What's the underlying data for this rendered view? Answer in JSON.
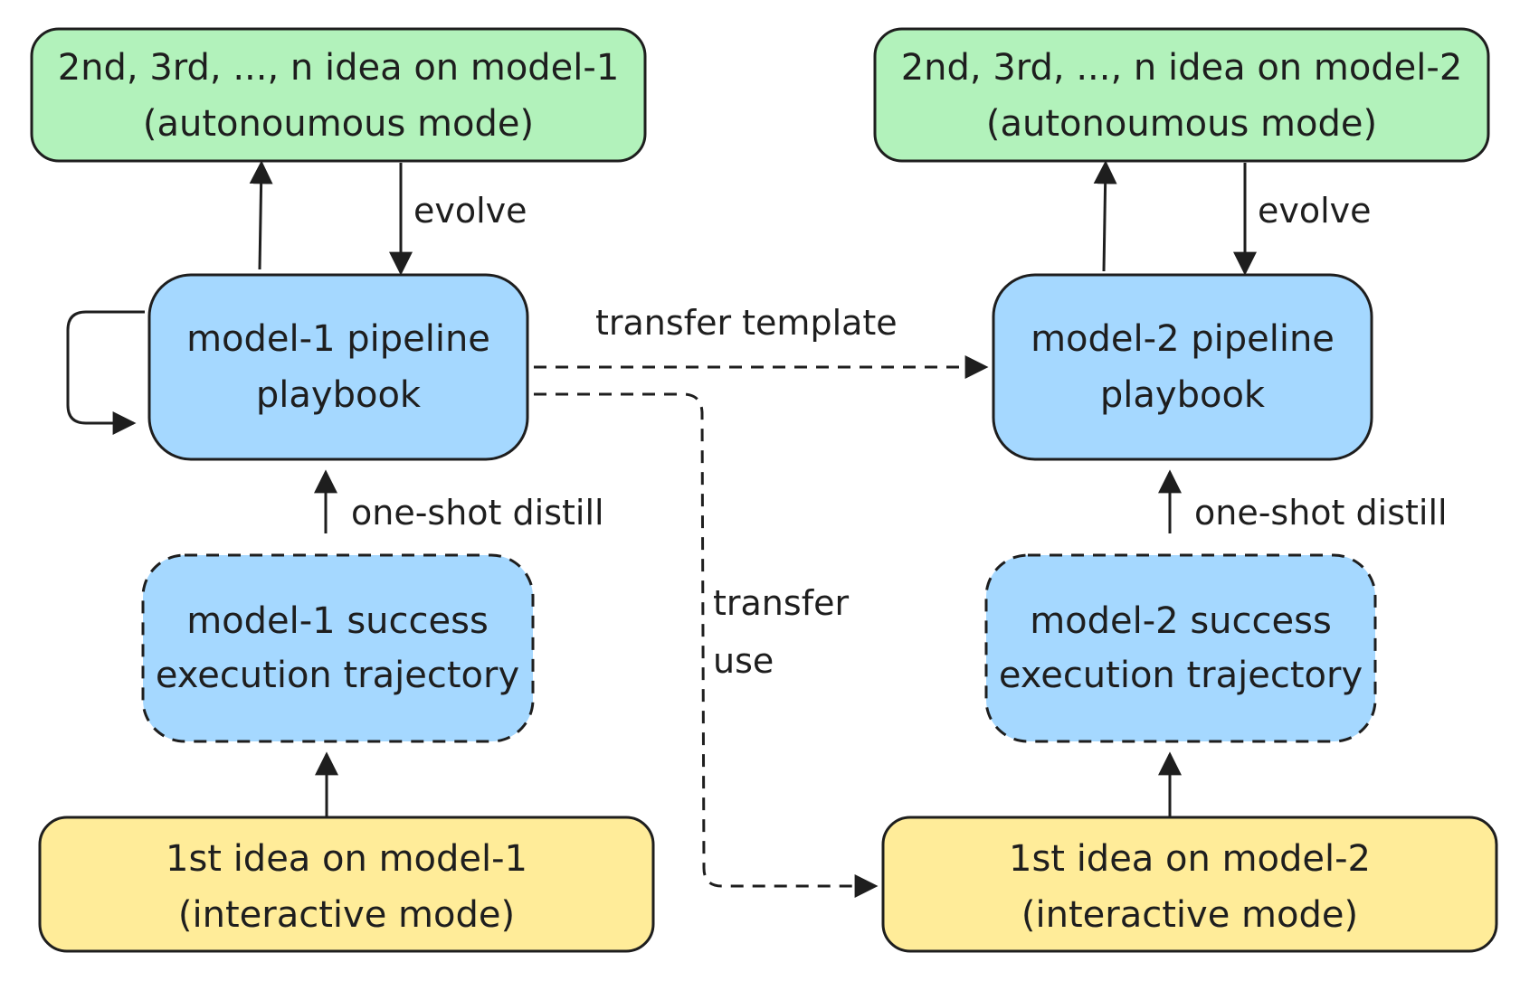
{
  "nodes": {
    "autonomous_1": {
      "line1": "2nd, 3rd, ..., n idea on model-1",
      "line2": "(autonoumous mode)",
      "fill": "#b2f2bb"
    },
    "autonomous_2": {
      "line1": "2nd, 3rd, ..., n idea on model-2",
      "line2": "(autonoumous mode)",
      "fill": "#b2f2bb"
    },
    "playbook_1": {
      "line1": "model-1 pipeline",
      "line2": "playbook",
      "fill": "#a5d8ff"
    },
    "playbook_2": {
      "line1": "model-2 pipeline",
      "line2": "playbook",
      "fill": "#a5d8ff"
    },
    "trajectory_1": {
      "line1": "model-1 success",
      "line2": "execution trajectory",
      "fill": "#a5d8ff"
    },
    "trajectory_2": {
      "line1": "model-2 success",
      "line2": "execution trajectory",
      "fill": "#a5d8ff"
    },
    "interactive_1": {
      "line1": "1st idea on model-1",
      "line2": "(interactive mode)",
      "fill": "#ffec99"
    },
    "interactive_2": {
      "line1": "1st idea on model-2",
      "line2": "(interactive mode)",
      "fill": "#ffec99"
    }
  },
  "edges": {
    "evolve_1": "evolve",
    "evolve_2": "evolve",
    "distill_1": "one-shot distill",
    "distill_2": "one-shot distill",
    "transfer_template": "transfer template",
    "transfer_use_line1": "transfer",
    "transfer_use_line2": "use"
  },
  "colors": {
    "stroke": "#1e1e1e",
    "text": "#1e1e1e"
  }
}
